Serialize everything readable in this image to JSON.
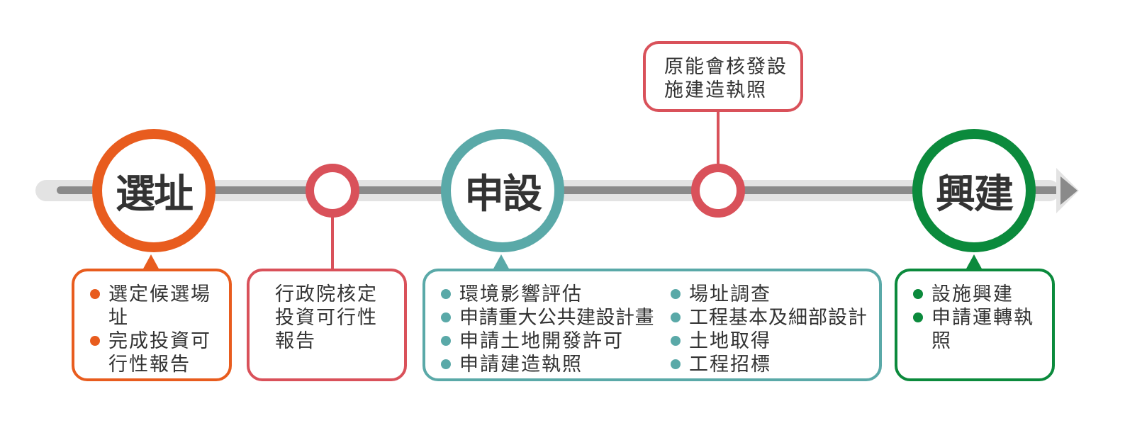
{
  "colors": {
    "site_selection": "#e85c1e",
    "approval": "#d9515a",
    "application": "#5aa9a8",
    "construction": "#0b8a3c",
    "track_light": "#e3e3e3",
    "track_dark": "#8a8a8a"
  },
  "stages": {
    "site_selection": {
      "label": "選址",
      "items": [
        "選定候選場址",
        "完成投資可行性報告"
      ]
    },
    "executive_approval": {
      "text": "行政院核定投資可行性報告"
    },
    "application": {
      "label": "申設",
      "items_left": [
        "環境影響評估",
        "申請重大公共建設計畫",
        "申請土地開發許可",
        "申請建造執照"
      ],
      "items_right": [
        "場址調查",
        "工程基本及細部設計",
        "土地取得",
        "工程招標"
      ]
    },
    "permit_issue": {
      "text": "原能會核發設施建造執照"
    },
    "construction": {
      "label": "興建",
      "items": [
        "設施興建",
        "申請運轉執照"
      ]
    }
  }
}
